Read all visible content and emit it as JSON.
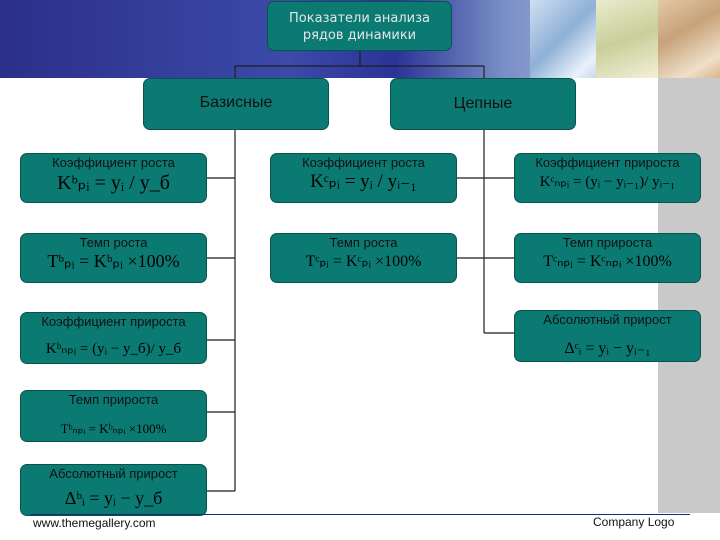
{
  "title": "Показатели анализа рядов динамики",
  "branches": {
    "basic": "Базисные",
    "chain": "Цепные"
  },
  "basic_col": [
    {
      "label": "Коэффициент роста",
      "formula": "Kᵇₚᵢ = yᵢ / y_б"
    },
    {
      "label": "Темп роста",
      "formula": "Tᵇₚᵢ = Kᵇₚᵢ ×100%"
    },
    {
      "label": "Коэффициент прироста",
      "formula": "Kᵇₙₚᵢ = (yᵢ − y_б)/ y_б"
    },
    {
      "label": "Темп прироста",
      "formula": "Tᵇₙₚᵢ = Kᵇₙₚᵢ ×100%"
    },
    {
      "label": "Абсолютный прирост",
      "formula": "Δᵇᵢ = yᵢ − y_б"
    }
  ],
  "chain_col": [
    {
      "label": "Коэффициент роста",
      "formula": "Kᶜₚᵢ = yᵢ / yᵢ₋₁"
    }
  ],
  "chain_right": [
    {
      "label": "Коэффициент прироста",
      "formula": "Kᶜₙₚᵢ = (yᵢ − yᵢ₋₁)/ yᵢ₋₁"
    },
    {
      "label": "Темп прироста",
      "formula": "Tᶜₙₚᵢ = Kᶜₙₚᵢ ×100%"
    },
    {
      "label": "Абсолютный прирост",
      "formula": "Δᶜᵢ = yᵢ − yᵢ₋₁"
    }
  ],
  "chain_mid_rate": {
    "label": "Темп роста",
    "formula": "Tᶜₚᵢ = Kᶜₚᵢ ×100%"
  },
  "footer": {
    "website": "www.themegallery.com",
    "logo": "Company Logo"
  },
  "colors": {
    "box_fill": "#0b7a73",
    "header_band": "#2b2f8a",
    "connector": "#1f1f1f"
  }
}
